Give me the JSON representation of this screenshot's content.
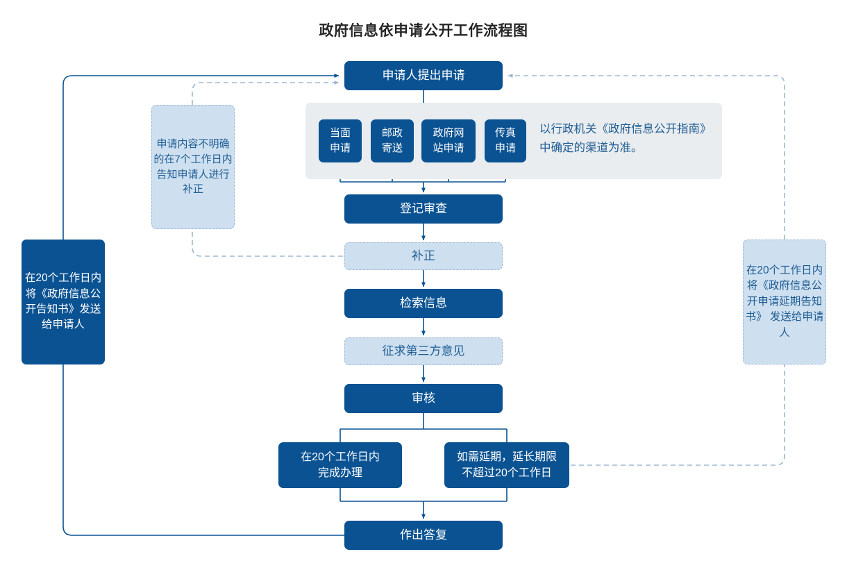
{
  "title": "政府信息依申请公开工作流程图",
  "colors": {
    "dark_blue": "#0A5292",
    "light_blue": "#CEE0F0",
    "panel_gray": "#E9EDF0",
    "text_blue": "#1F5C92",
    "dashed_line": "#9DB8D2",
    "solid_line": "#0A5292",
    "title_text": "#262626"
  },
  "flow": {
    "apply": "申请人提出申请",
    "channels": [
      "当面\n申请",
      "邮政\n寄送",
      "政府网\n站申请",
      "传真\n申请"
    ],
    "channel_note": "以行政机关《政府信息公开指南》中确定的渠道为准。",
    "register": "登记审查",
    "supplement": "补正",
    "retrieve": "检索信息",
    "third_party": "征求第三方意见",
    "review": "审核",
    "complete": "在20个工作日内\n完成办理",
    "extend": "如需延期，延长期限\n不超过20个工作日",
    "answer": "作出答复"
  },
  "notes": {
    "left_correction": "申请内容不明确的在7个工作日内告知申请人进行补正",
    "left_notice": "在20个工作日内将《政府信息公开告知书》发送给申请人",
    "right_notice": "在20个工作日内将《政府信息公开申请延期告知书》 发送给申请人"
  }
}
